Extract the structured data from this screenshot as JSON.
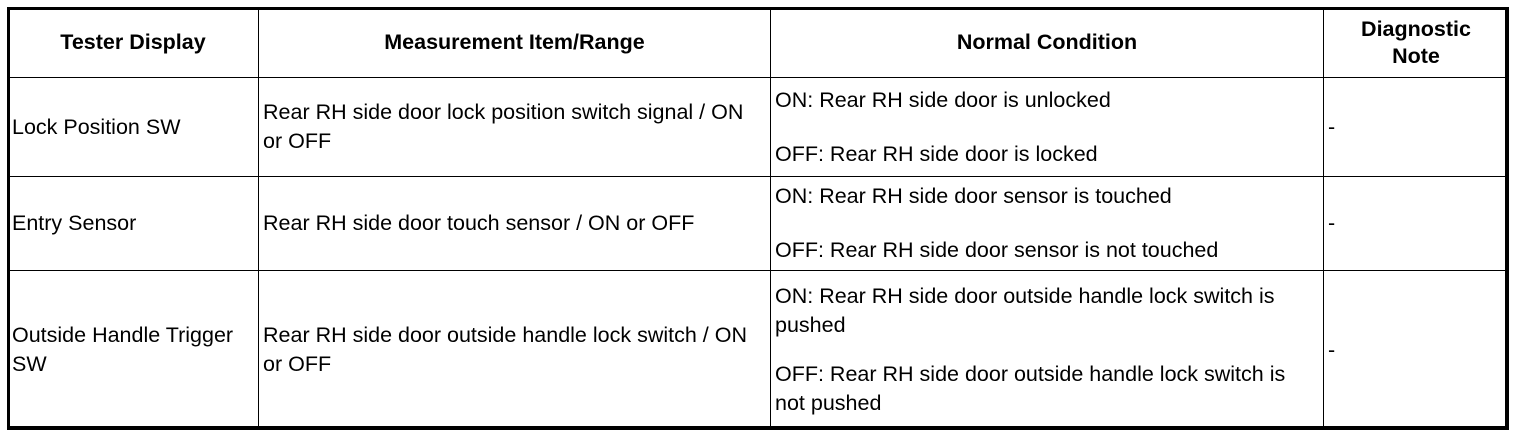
{
  "table": {
    "headers": {
      "tester_display": "Tester Display",
      "measurement": "Measurement Item/Range",
      "normal_condition": "Normal Condition",
      "diagnostic_note": "Diagnostic Note"
    },
    "rows": [
      {
        "tester_display": "Lock Position SW",
        "measurement": "Rear RH side door lock position switch signal / ON or OFF",
        "condition_on": "ON: Rear RH side door is unlocked",
        "condition_off": "OFF: Rear RH side door is locked",
        "diagnostic_note": "-"
      },
      {
        "tester_display": "Entry Sensor",
        "measurement": "Rear RH side door touch sensor / ON or OFF",
        "condition_on": "ON: Rear RH side door sensor is touched",
        "condition_off": "OFF: Rear RH side door sensor is not touched",
        "diagnostic_note": "-"
      },
      {
        "tester_display": "Outside Handle Trigger SW",
        "measurement": "Rear RH side door outside handle lock switch / ON or OFF",
        "condition_on": "ON: Rear RH side door outside handle lock switch is pushed",
        "condition_off": "OFF: Rear RH side door outside handle lock switch is not pushed",
        "diagnostic_note": "-"
      }
    ]
  }
}
